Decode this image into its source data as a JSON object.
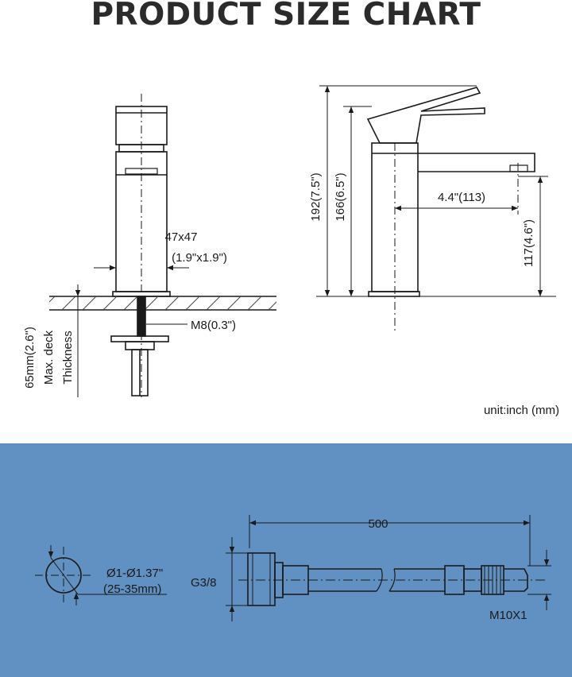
{
  "title": "PRODUCT SIZE CHART",
  "unit_note": "unit:inch (mm)",
  "colors": {
    "ink": "#1a1a1a",
    "accent_line": "#333333",
    "panel_bg": "#6190c2",
    "title": "#2b2b2b"
  },
  "front_view": {
    "base_size": "47x47",
    "base_size_in": "(1.9\"x1.9\")",
    "thread": "M8(0.3\")",
    "deck_thickness": "65mm(2.6\")",
    "deck_label_1": "Max. deck",
    "deck_label_2": "Thickness"
  },
  "side_view": {
    "total_height": "192(7.5\")",
    "body_height": "166(6.5\")",
    "spout_reach": "4.4\"(113)",
    "spout_height": "117(4.6\")"
  },
  "hole": {
    "diameter_in": "Ø1-Ø1.37\"",
    "diameter_mm": "(25-35mm)"
  },
  "hose": {
    "length": "500",
    "inlet_thread": "G3/8",
    "outlet_thread": "M10X1"
  }
}
